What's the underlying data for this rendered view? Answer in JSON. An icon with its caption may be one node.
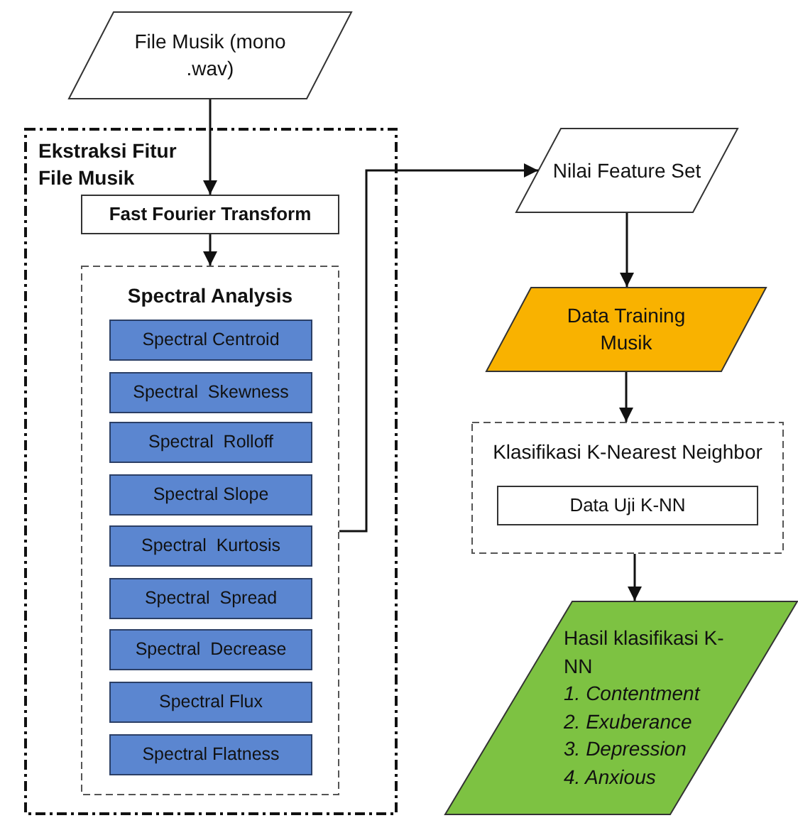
{
  "diagram": {
    "nodes": [
      {
        "text": [
          "File Musik (mono .wav)"
        ]
      },
      {
        "text": [
          "Ekstraksi Fitur File Musik"
        ]
      },
      {
        "text": [
          "Fast Fourier Transform"
        ],
        "in": 1
      },
      {
        "text": [
          "Spectral Analysis"
        ],
        "in": 1
      },
      {
        "text": [
          "Spectral Centroid"
        ],
        "in": 3
      },
      {
        "text": [
          "Spectral  Skewness"
        ],
        "in": 3
      },
      {
        "text": [
          "Spectral  Rolloff"
        ],
        "in": 3
      },
      {
        "text": [
          "Spectral Slope"
        ],
        "in": 3
      },
      {
        "text": [
          "Spectral  Kurtosis"
        ],
        "in": 3
      },
      {
        "text": [
          "Spectral  Spread"
        ],
        "in": 3
      },
      {
        "text": [
          "Spectral  Decrease"
        ],
        "in": 3
      },
      {
        "text": [
          "Spectral Flux"
        ],
        "in": 3
      },
      {
        "text": [
          "Spectral Flatness"
        ],
        "in": 3
      },
      {
        "text": [
          "Nilai Feature Set"
        ]
      },
      {
        "text": [
          "Data Training Musik"
        ]
      },
      {
        "text": [
          "Klasifikasi K-Nearest Neighbor"
        ]
      },
      {
        "text": [
          "Data Uji K-NN"
        ],
        "in": 15
      },
      {
        "text": [
          "Hasil klasifikasi K-NN",
          "1. Contentment",
          "2. Exuberance",
          "3. Depression",
          "4. Anxious"
        ]
      }
    ],
    "edges": [
      {
        "from": 0,
        "to": 2,
        "arrow": "to"
      },
      {
        "from": 2,
        "to": 3,
        "arrow": "to"
      },
      {
        "from": 3,
        "to": 13,
        "arrow": "to"
      },
      {
        "from": 13,
        "to": 14,
        "arrow": "to"
      },
      {
        "from": 14,
        "to": 15,
        "arrow": "to"
      },
      {
        "from": 15,
        "to": 17,
        "arrow": "to"
      }
    ]
  }
}
